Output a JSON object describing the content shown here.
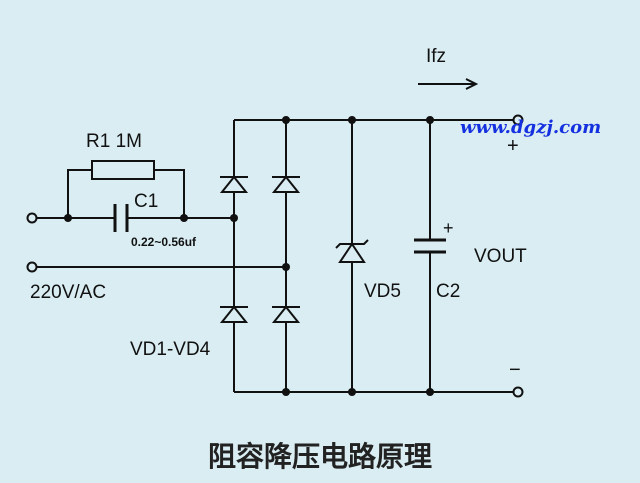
{
  "diagram": {
    "title": "阻容降压电路原理",
    "watermark": "www.dgzj.com",
    "labels": {
      "r1": "R1 1M",
      "c1": "C1",
      "c1_value": "0.22~0.56uf",
      "input": "220V/AC",
      "bridge": "VD1-VD4",
      "zener": "VD5",
      "cap2": "C2",
      "cap2_polarity": "+",
      "vout": "VOUT",
      "current": "Ifz",
      "plus": "+",
      "minus": "−"
    },
    "colors": {
      "background": "#d9edf2",
      "wire": "#111111",
      "watermark": "#1530e0"
    }
  }
}
